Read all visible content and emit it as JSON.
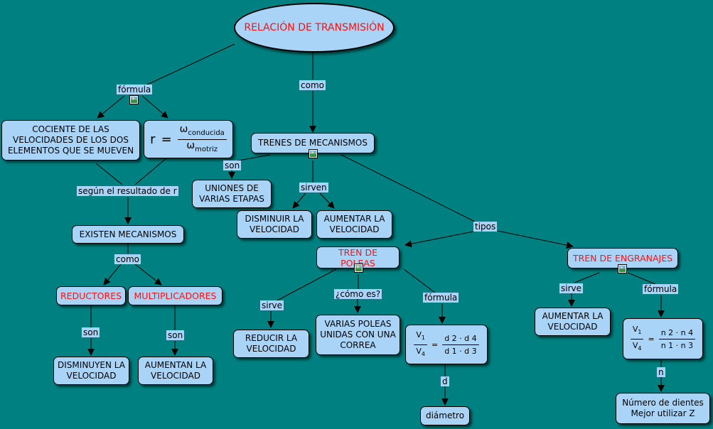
{
  "nodes": {
    "root": "RELACIÓN DE TRANSMISIÓN",
    "cociente": "COCIENTE DE LAS VELOCIDADES DE LOS DOS ELEMENTOS QUE SE MUEVEN",
    "existen": "EXISTEN MECANISMOS",
    "reductores": "REDUCTORES",
    "multiplicadores": "MULTIPLICADORES",
    "disminuyen": "DISMINUYEN LA VELOCIDAD",
    "aumentan": "AUMENTAN LA VELOCIDAD",
    "trenes": "TRENES DE MECANISMOS",
    "uniones": "UNIONES DE VARIAS ETAPAS",
    "disminuir": "DISMINUIR LA VELOCIDAD",
    "aumentar": "AUMENTAR LA VELOCIDAD",
    "poleas": "TREN DE POLEAS",
    "engranajes": "TREN DE ENGRANAJES",
    "reducir": "REDUCIR LA VELOCIDAD",
    "varias": "VARIAS POLEAS UNIDAS CON UNA CORREA",
    "diametro": "diámetro",
    "aumentar2": "AUMENTAR LA VELOCIDAD",
    "dientes": "Número de dientes Mejor utilizar Z"
  },
  "formulas": {
    "r": {
      "lhs": "r",
      "eq": "=",
      "num": "ω",
      "num_sub": "conducida",
      "den": "ω",
      "den_sub": "motriz"
    },
    "poleas": {
      "lhs_num": "V",
      "lhs_num_sub": "1",
      "lhs_den": "V",
      "lhs_den_sub": "4",
      "eq": "=",
      "rhs_num": "d 2 · d 4",
      "rhs_den": "d 1 · d 3"
    },
    "engranajes": {
      "lhs_num": "V",
      "lhs_num_sub": "1",
      "lhs_den": "V",
      "lhs_den_sub": "4",
      "eq": "=",
      "rhs_num": "n 2 · n 4",
      "rhs_den": "n 1 · n 3"
    }
  },
  "link_labels": {
    "formula1": "fórmula",
    "como1": "como",
    "segun": "según el resultado de r",
    "como2": "como",
    "son1": "son",
    "son2": "son",
    "son3": "son",
    "sirven": "sirven",
    "tipos": "tipos",
    "sirve1": "sirve",
    "comoes": "¿cómo es?",
    "formula2": "fórmula",
    "d": "d",
    "sirve2": "sirve",
    "formula3": "fórmula",
    "n": "n"
  },
  "colors": {
    "background": "#008080",
    "node": "#a9d4f8",
    "highlight_text": "#ff1111"
  }
}
